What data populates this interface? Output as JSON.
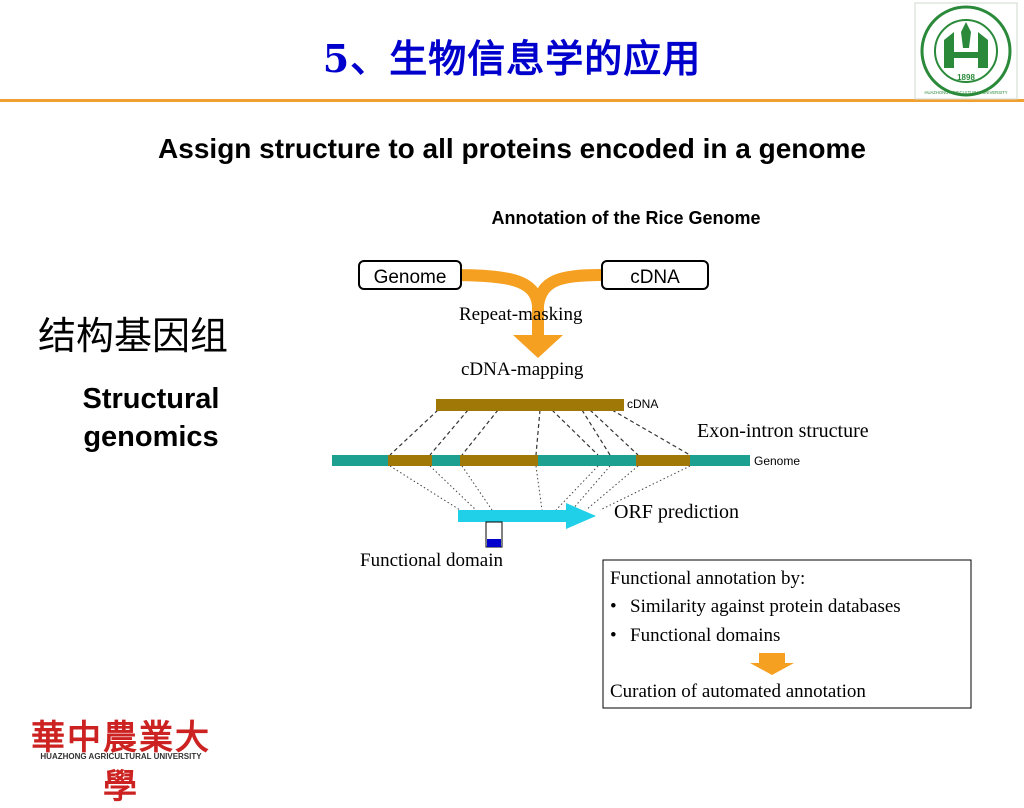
{
  "slide": {
    "title": "5、生物信息学的应用",
    "subtitle": "Assign structure to all proteins encoded in a genome",
    "left_label_zh": "结构基因组",
    "left_label_en_line1": "Structural",
    "left_label_en_line2": "genomics"
  },
  "diagram": {
    "heading": "Annotation of the Rice Genome",
    "box_genome": "Genome",
    "box_cdna": "cDNA",
    "step_repeat": "Repeat-masking",
    "step_mapping": "cDNA-mapping",
    "track_cdna": "cDNA",
    "exon_intron": "Exon-intron structure",
    "track_genome": "Genome",
    "orf": "ORF prediction",
    "functional_domain": "Functional domain",
    "annotation_box": {
      "heading": "Functional annotation by:",
      "bullet1": "Similarity against protein databases",
      "bullet2": "Functional domains",
      "curation": "Curation of automated annotation"
    }
  },
  "logo_top": {
    "year": "1898",
    "ring_text": "HUAZHONG AGRICULTURAL UNIVERSITY"
  },
  "footer": {
    "chinese": "華中農業大學",
    "english": "HUAZHONG AGRICULTURAL UNIVERSITY"
  },
  "colors": {
    "title": "#0000cc",
    "rule": "#f0a030",
    "arrow_orange": "#f5a020",
    "cdna_bar": "#a07808",
    "genome_bar": "#1ea090",
    "orf_cyan": "#20d0e8",
    "domain_blue": "#0000cc",
    "logo_green": "#2a8a3a",
    "footer_red": "#cc2222"
  }
}
